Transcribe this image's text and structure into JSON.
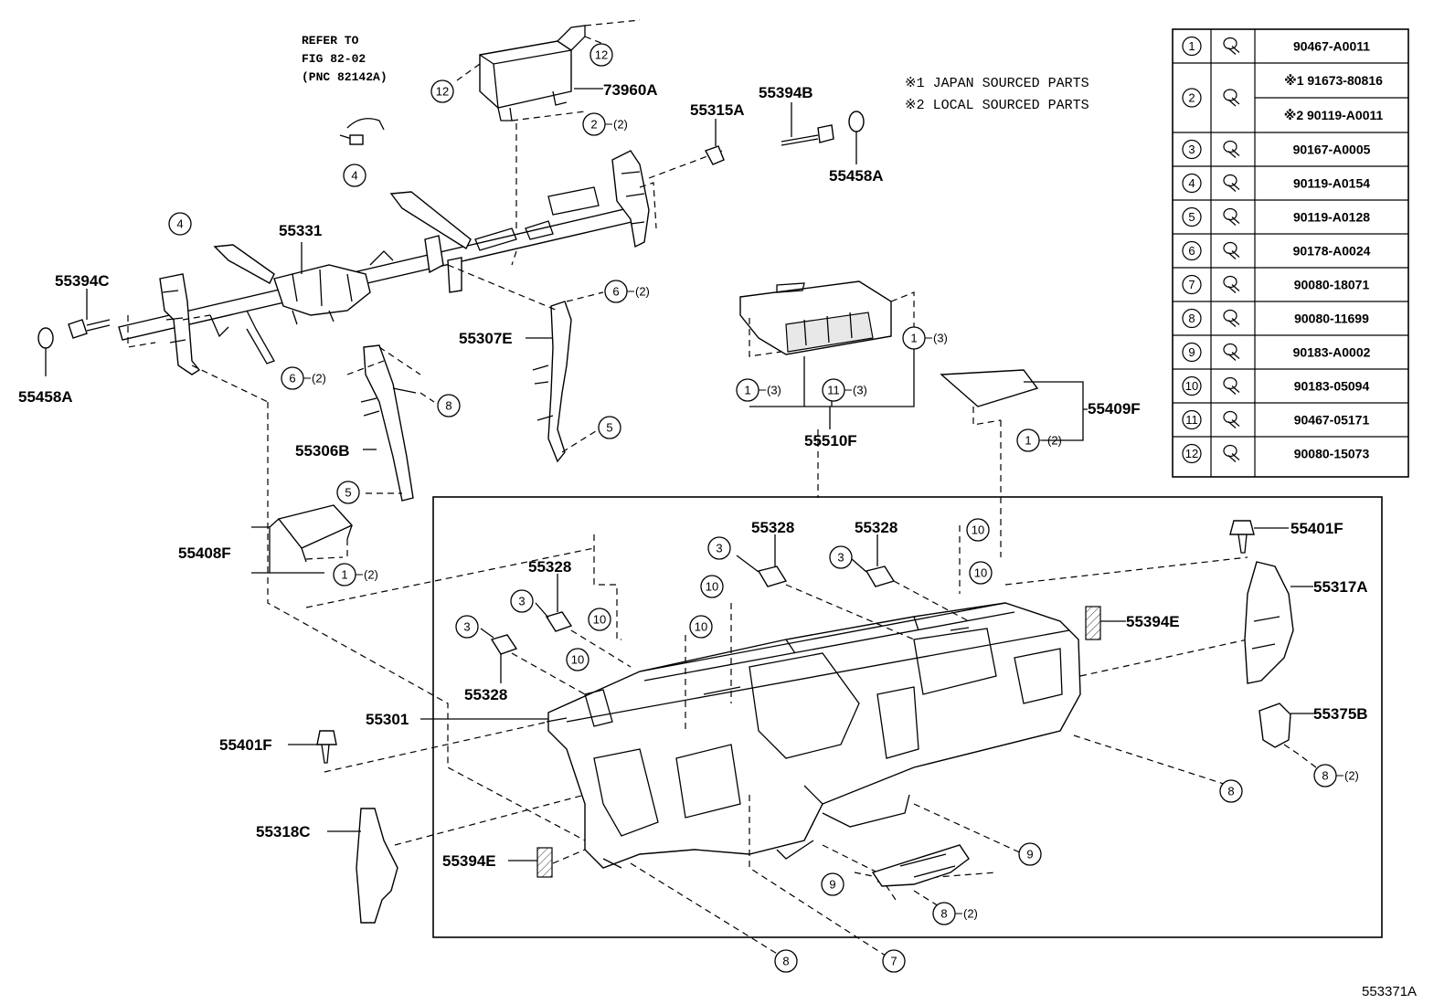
{
  "figure_code": "553371A",
  "reference": {
    "line1": "REFER TO",
    "line2": "FIG 82-02",
    "line3": "(PNC 82142A)"
  },
  "notes": {
    "n1": "※1 JAPAN SOURCED PARTS",
    "n2": "※2 LOCAL SOURCED PARTS"
  },
  "part_labels": {
    "p73960A": "73960A",
    "p55394B": "55394B",
    "p55315A": "55315A",
    "p55458A_top": "55458A",
    "p55331": "55331",
    "p55394C": "55394C",
    "p55458A_left": "55458A",
    "p55307E": "55307E",
    "p55306B": "55306B",
    "p55408F": "55408F",
    "p55510F": "55510F",
    "p55409F": "55409F",
    "p55328_a": "55328",
    "p55328_b": "55328",
    "p55328_c": "55328",
    "p55328_d": "55328",
    "p55301": "55301",
    "p55401F_left": "55401F",
    "p55318C": "55318C",
    "p55394E_left": "55394E",
    "p55401F_right": "55401F",
    "p55317A": "55317A",
    "p55394E_right": "55394E",
    "p55375B": "55375B"
  },
  "callouts": {
    "c_12a": "12",
    "c_12b": "12",
    "c_2top": "2",
    "q_2top": "(2)",
    "c_4a": "4",
    "c_4b": "4",
    "c_6a": "6",
    "q_6a": "(2)",
    "c_6b": "6",
    "q_6b": "(2)",
    "c_8a": "8",
    "c_5a": "5",
    "c_5b": "5",
    "c_1a": "1",
    "q_1a": "(2)",
    "c_1b": "1",
    "q_1b": "(3)",
    "c_11": "11",
    "q_11": "(3)",
    "c_1c": "1",
    "q_1c": "(3)",
    "c_1d": "1",
    "q_1d": "(2)",
    "c_3a": "3",
    "c_3b": "3",
    "c_3c": "3",
    "c_3d": "3",
    "c_10a": "10",
    "c_10b": "10",
    "c_10c": "10",
    "c_10d": "10",
    "c_10e": "10",
    "c_10f": "10",
    "c_8b": "8",
    "c_8c": "8",
    "q_8c": "(2)",
    "c_9a": "9",
    "c_9b": "9",
    "c_8d": "8",
    "q_8d": "(2)",
    "c_8e": "8",
    "c_7": "7"
  },
  "fastener_table": {
    "rows": [
      {
        "num": "1",
        "parts": [
          "90467-A0011"
        ]
      },
      {
        "num": "2",
        "parts": [
          "※1 91673-80816",
          "※2 90119-A0011"
        ]
      },
      {
        "num": "3",
        "parts": [
          "90167-A0005"
        ]
      },
      {
        "num": "4",
        "parts": [
          "90119-A0154"
        ]
      },
      {
        "num": "5",
        "parts": [
          "90119-A0128"
        ]
      },
      {
        "num": "6",
        "parts": [
          "90178-A0024"
        ]
      },
      {
        "num": "7",
        "parts": [
          "90080-18071"
        ]
      },
      {
        "num": "8",
        "parts": [
          "90080-11699"
        ]
      },
      {
        "num": "9",
        "parts": [
          "90183-A0002"
        ]
      },
      {
        "num": "10",
        "parts": [
          "90183-05094"
        ]
      },
      {
        "num": "11",
        "parts": [
          "90467-05171"
        ]
      },
      {
        "num": "12",
        "parts": [
          "90080-15073"
        ]
      }
    ]
  }
}
